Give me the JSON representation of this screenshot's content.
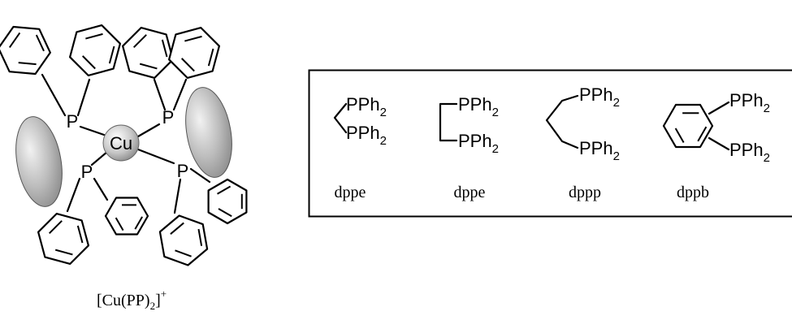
{
  "complex": {
    "metal": "Cu",
    "phosphorus": "P",
    "formula": {
      "prefix": "[Cu(PP)",
      "subscript": "2",
      "suffix": "]",
      "superscript": "+"
    }
  },
  "ligands": [
    {
      "top": "PPh",
      "top_sub": "2",
      "bottom": "PPh",
      "bottom_sub": "2",
      "name": "dppe"
    },
    {
      "top": "PPh",
      "top_sub": "2",
      "bottom": "PPh",
      "bottom_sub": "2",
      "name": "dppe"
    },
    {
      "top": "PPh",
      "top_sub": "2",
      "bottom": "PPh",
      "bottom_sub": "2",
      "name": "dppp"
    },
    {
      "top": "PPh",
      "top_sub": "2",
      "bottom": "PPh",
      "bottom_sub": "2",
      "name": "dppb"
    }
  ],
  "colors": {
    "line": "#000000",
    "ellipse": "#a6a6a6",
    "background": "#ffffff"
  }
}
